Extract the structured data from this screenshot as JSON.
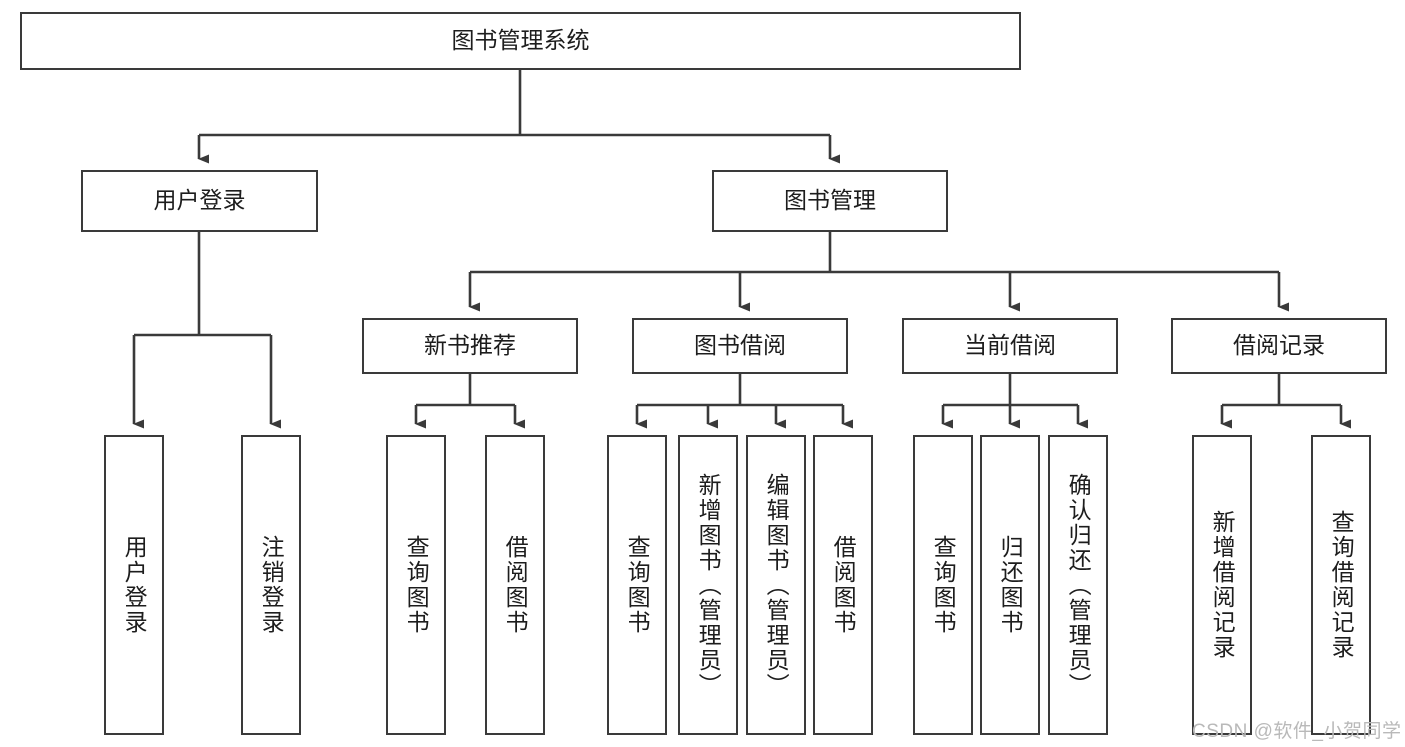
{
  "diagram": {
    "title": "图书管理系统",
    "type": "功能结构图",
    "watermark": "CSDN @软件_小贺同学",
    "colors": {
      "stroke": "#3a3a3a",
      "fill": "#ffffff",
      "text": "#1d1d1d",
      "watermark": "#b9b9b9"
    },
    "root": {
      "label": "图书管理系统"
    },
    "level2": [
      {
        "label": "用户登录"
      },
      {
        "label": "图书管理"
      }
    ],
    "level3": [
      {
        "label": "新书推荐"
      },
      {
        "label": "图书借阅"
      },
      {
        "label": "当前借阅"
      },
      {
        "label": "借阅记录"
      }
    ],
    "leaves": {
      "user_login": [
        {
          "label": "用户登录"
        },
        {
          "label": "注销登录"
        }
      ],
      "new_book": [
        {
          "label": "查询图书"
        },
        {
          "label": "借阅图书"
        }
      ],
      "book_borrow": [
        {
          "label": "查询图书"
        },
        {
          "label": "新增图书（管理员）"
        },
        {
          "label": "编辑图书（管理员）"
        },
        {
          "label": "借阅图书"
        }
      ],
      "current_borrow": [
        {
          "label": "查询图书"
        },
        {
          "label": "归还图书"
        },
        {
          "label": "确认归还（管理员）"
        }
      ],
      "borrow_record": [
        {
          "label": "新增借阅记录"
        },
        {
          "label": "查询借阅记录"
        }
      ]
    }
  }
}
